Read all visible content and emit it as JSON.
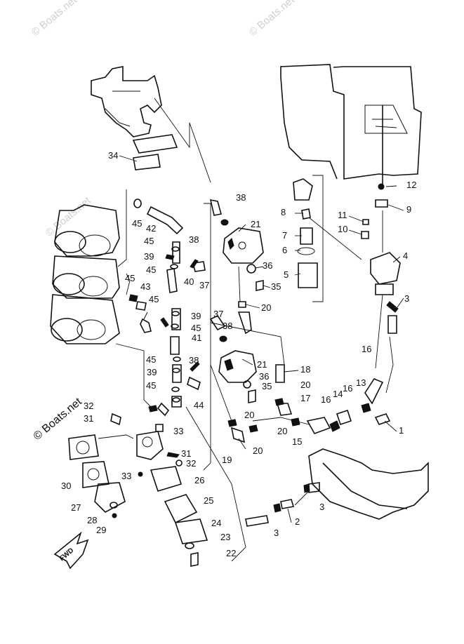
{
  "watermarks": [
    "© Boats.net",
    "© Boats.net",
    "© Boats.net",
    "© Boats.net"
  ],
  "fwd_label": "FWD",
  "callouts": [
    "1",
    "2",
    "3",
    "3",
    "3",
    "4",
    "5",
    "6",
    "7",
    "8",
    "9",
    "10",
    "11",
    "12",
    "13",
    "14",
    "15",
    "16",
    "16",
    "16",
    "17",
    "18",
    "19",
    "20",
    "20",
    "20",
    "20",
    "20",
    "21",
    "21",
    "22",
    "23",
    "24",
    "25",
    "26",
    "27",
    "28",
    "29",
    "30",
    "31",
    "31",
    "32",
    "32",
    "33",
    "33",
    "34",
    "35",
    "35",
    "36",
    "36",
    "37",
    "37",
    "38",
    "38",
    "38",
    "38",
    "39",
    "39",
    "39",
    "40",
    "41",
    "42",
    "43",
    "44",
    "45",
    "45",
    "45",
    "45",
    "45",
    "45",
    "45",
    "45"
  ]
}
